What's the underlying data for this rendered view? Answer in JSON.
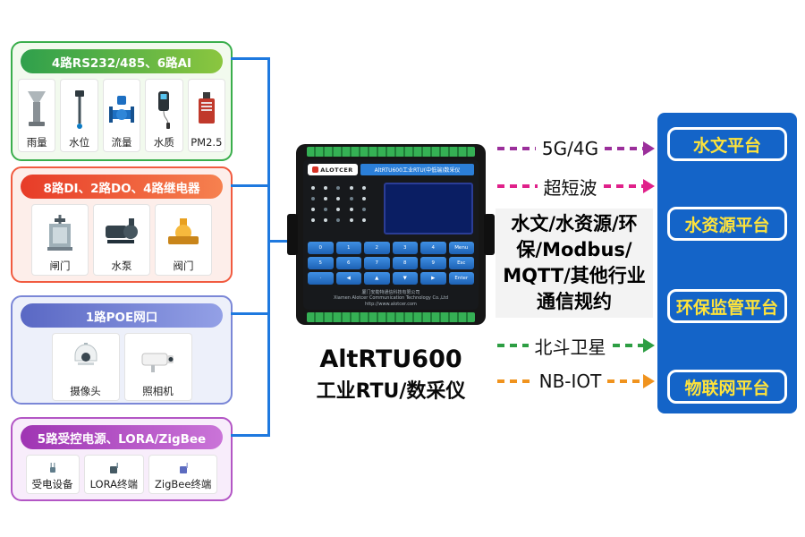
{
  "groups": [
    {
      "title": "4路RS232/485、6路AI",
      "accent": "#3aae4c",
      "items": [
        {
          "label": "雨量",
          "icon": "rain-gauge-icon"
        },
        {
          "label": "水位",
          "icon": "water-level-sensor-icon"
        },
        {
          "label": "流量",
          "icon": "flow-meter-icon"
        },
        {
          "label": "水质",
          "icon": "water-quality-meter-icon"
        },
        {
          "label": "PM2.5",
          "icon": "pm25-sensor-icon"
        }
      ]
    },
    {
      "title": "8路DI、2路DO、4路继电器",
      "accent": "#f15b40",
      "items": [
        {
          "label": "闸门",
          "icon": "sluice-gate-icon"
        },
        {
          "label": "水泵",
          "icon": "water-pump-icon"
        },
        {
          "label": "阀门",
          "icon": "valve-icon"
        }
      ]
    },
    {
      "title": "1路POE网口",
      "accent": "#7b87d7",
      "items": [
        {
          "label": "摄像头",
          "icon": "dome-camera-icon"
        },
        {
          "label": "照相机",
          "icon": "box-camera-icon"
        }
      ]
    },
    {
      "title": "5路受控电源、LORA/ZigBee",
      "accent": "#b356c5",
      "items": [
        {
          "label": "受电设备",
          "icon": "powered-device-icon"
        },
        {
          "label": "LORA终端",
          "icon": "lora-terminal-icon"
        },
        {
          "label": "ZigBee终端",
          "icon": "zigbee-terminal-icon"
        }
      ]
    }
  ],
  "device": {
    "brand": "ALOTCER",
    "panel_title": "AltRTU600工业RTU(中低端)数采仪",
    "keys": [
      "0",
      "1",
      "2",
      "3",
      "4",
      "Menu",
      "5",
      "6",
      "7",
      "8",
      "9",
      "Esc",
      "·",
      "◀",
      "▲",
      "▼",
      "▶",
      "Enter"
    ],
    "footer_line1": "厦门安勒特通信科技有限公司",
    "footer_line2": "Xiamen Alotcer Communication Technology Co.,Ltd",
    "footer_line3": "http://www.alotcer.com",
    "caption_line1": "AltRTU600",
    "caption_line2": "工业RTU/数采仪"
  },
  "links": [
    {
      "label": "5G/4G",
      "color": "#9b2f9b"
    },
    {
      "label": "超短波",
      "color": "#e0218a"
    },
    {
      "label": "北斗卫星",
      "color": "#2d9e43"
    },
    {
      "label": "NB-IOT",
      "color": "#f0931e"
    }
  ],
  "protocol_note": {
    "line1": "水文/水资源/环",
    "line2": "保/Modbus/",
    "line3": "MQTT/其他行业",
    "line4": "通信规约"
  },
  "platforms": [
    {
      "label": "水文平台"
    },
    {
      "label": "水资源平台"
    },
    {
      "label": "环保监管平台"
    },
    {
      "label": "物联网平台"
    }
  ],
  "colors": {
    "connector_blue": "#1e79df",
    "panel_blue": "#1464c8",
    "platform_text": "#ffe33a"
  }
}
